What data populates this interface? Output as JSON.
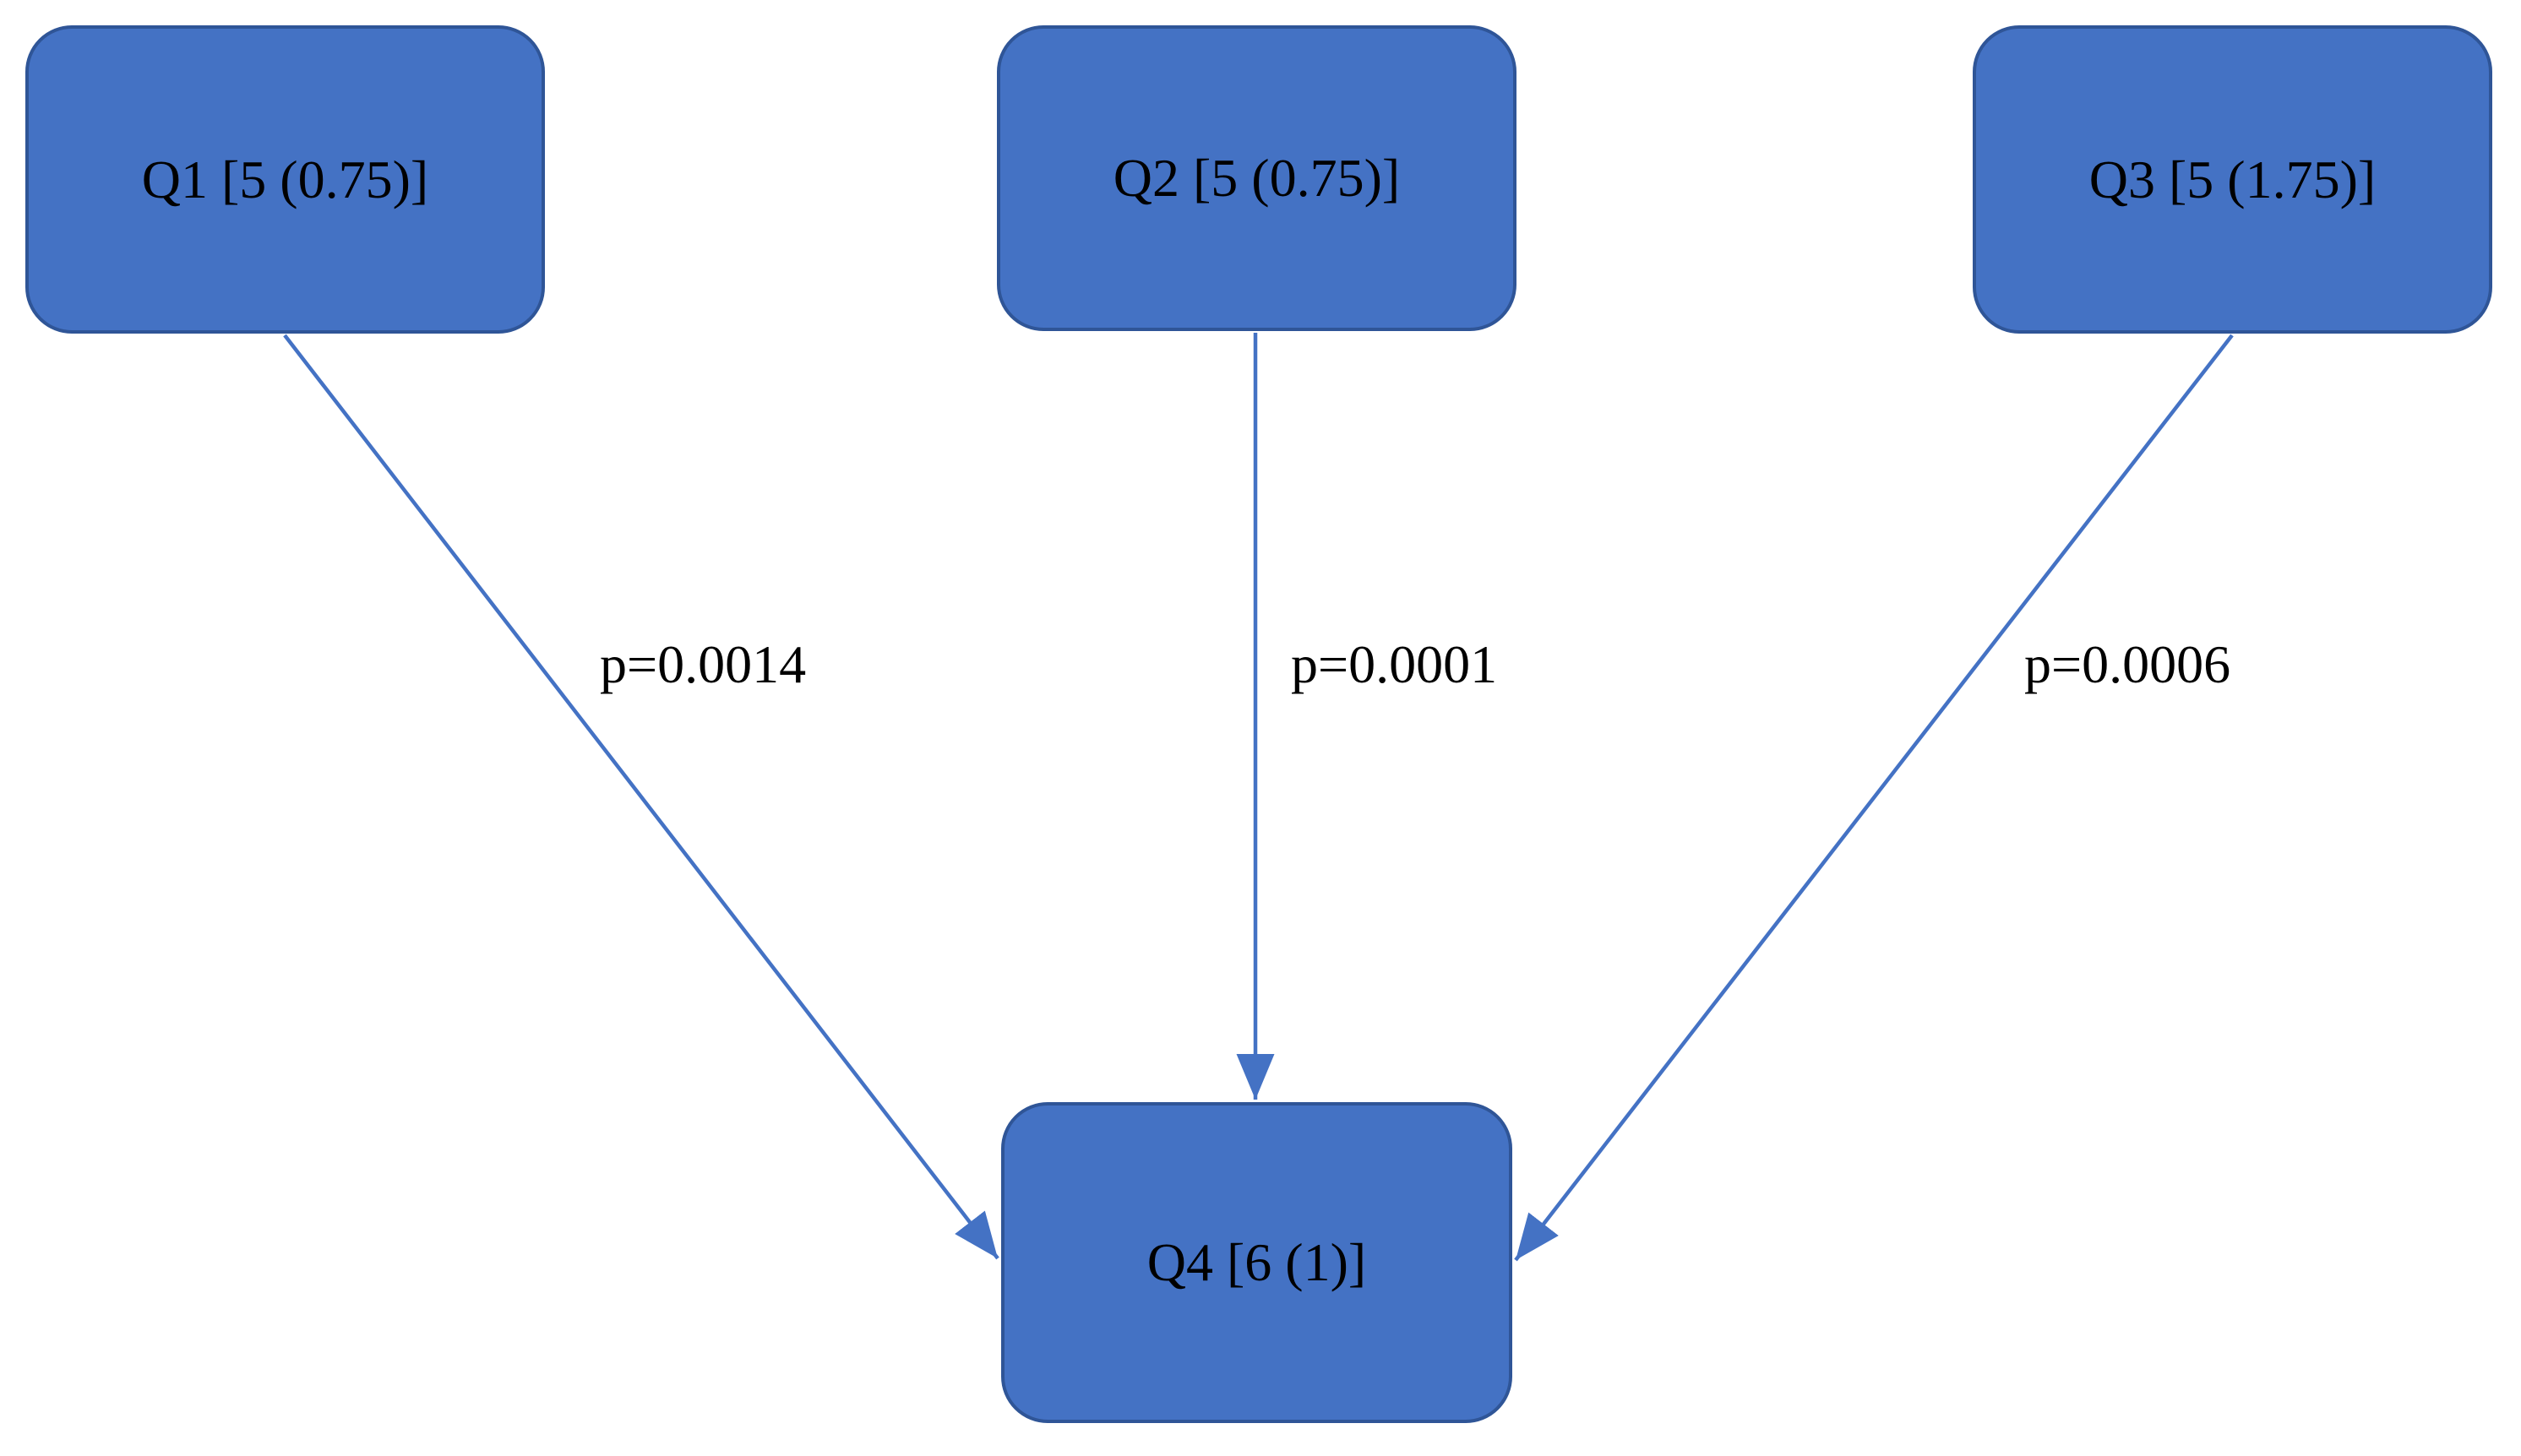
{
  "diagram": {
    "title": "",
    "nodes": [
      {
        "id": "Q1",
        "label": "Q1 [5 (0.75)]"
      },
      {
        "id": "Q2",
        "label": "Q2 [5 (0.75)]"
      },
      {
        "id": "Q3",
        "label": "Q3 [5 (1.75)]"
      },
      {
        "id": "Q4",
        "label": "Q4 [6 (1)]"
      }
    ],
    "edges": [
      {
        "from": "Q1",
        "to": "Q4",
        "label": "p=0.0014"
      },
      {
        "from": "Q2",
        "to": "Q4",
        "label": "p=0.0001"
      },
      {
        "from": "Q3",
        "to": "Q4",
        "label": "p=0.0006"
      }
    ],
    "colors": {
      "node_fill": "#4472C4",
      "node_border": "#2F5597",
      "arrow": "#4472C4",
      "label_text": "#000000",
      "background": "#FFFFFF"
    }
  }
}
